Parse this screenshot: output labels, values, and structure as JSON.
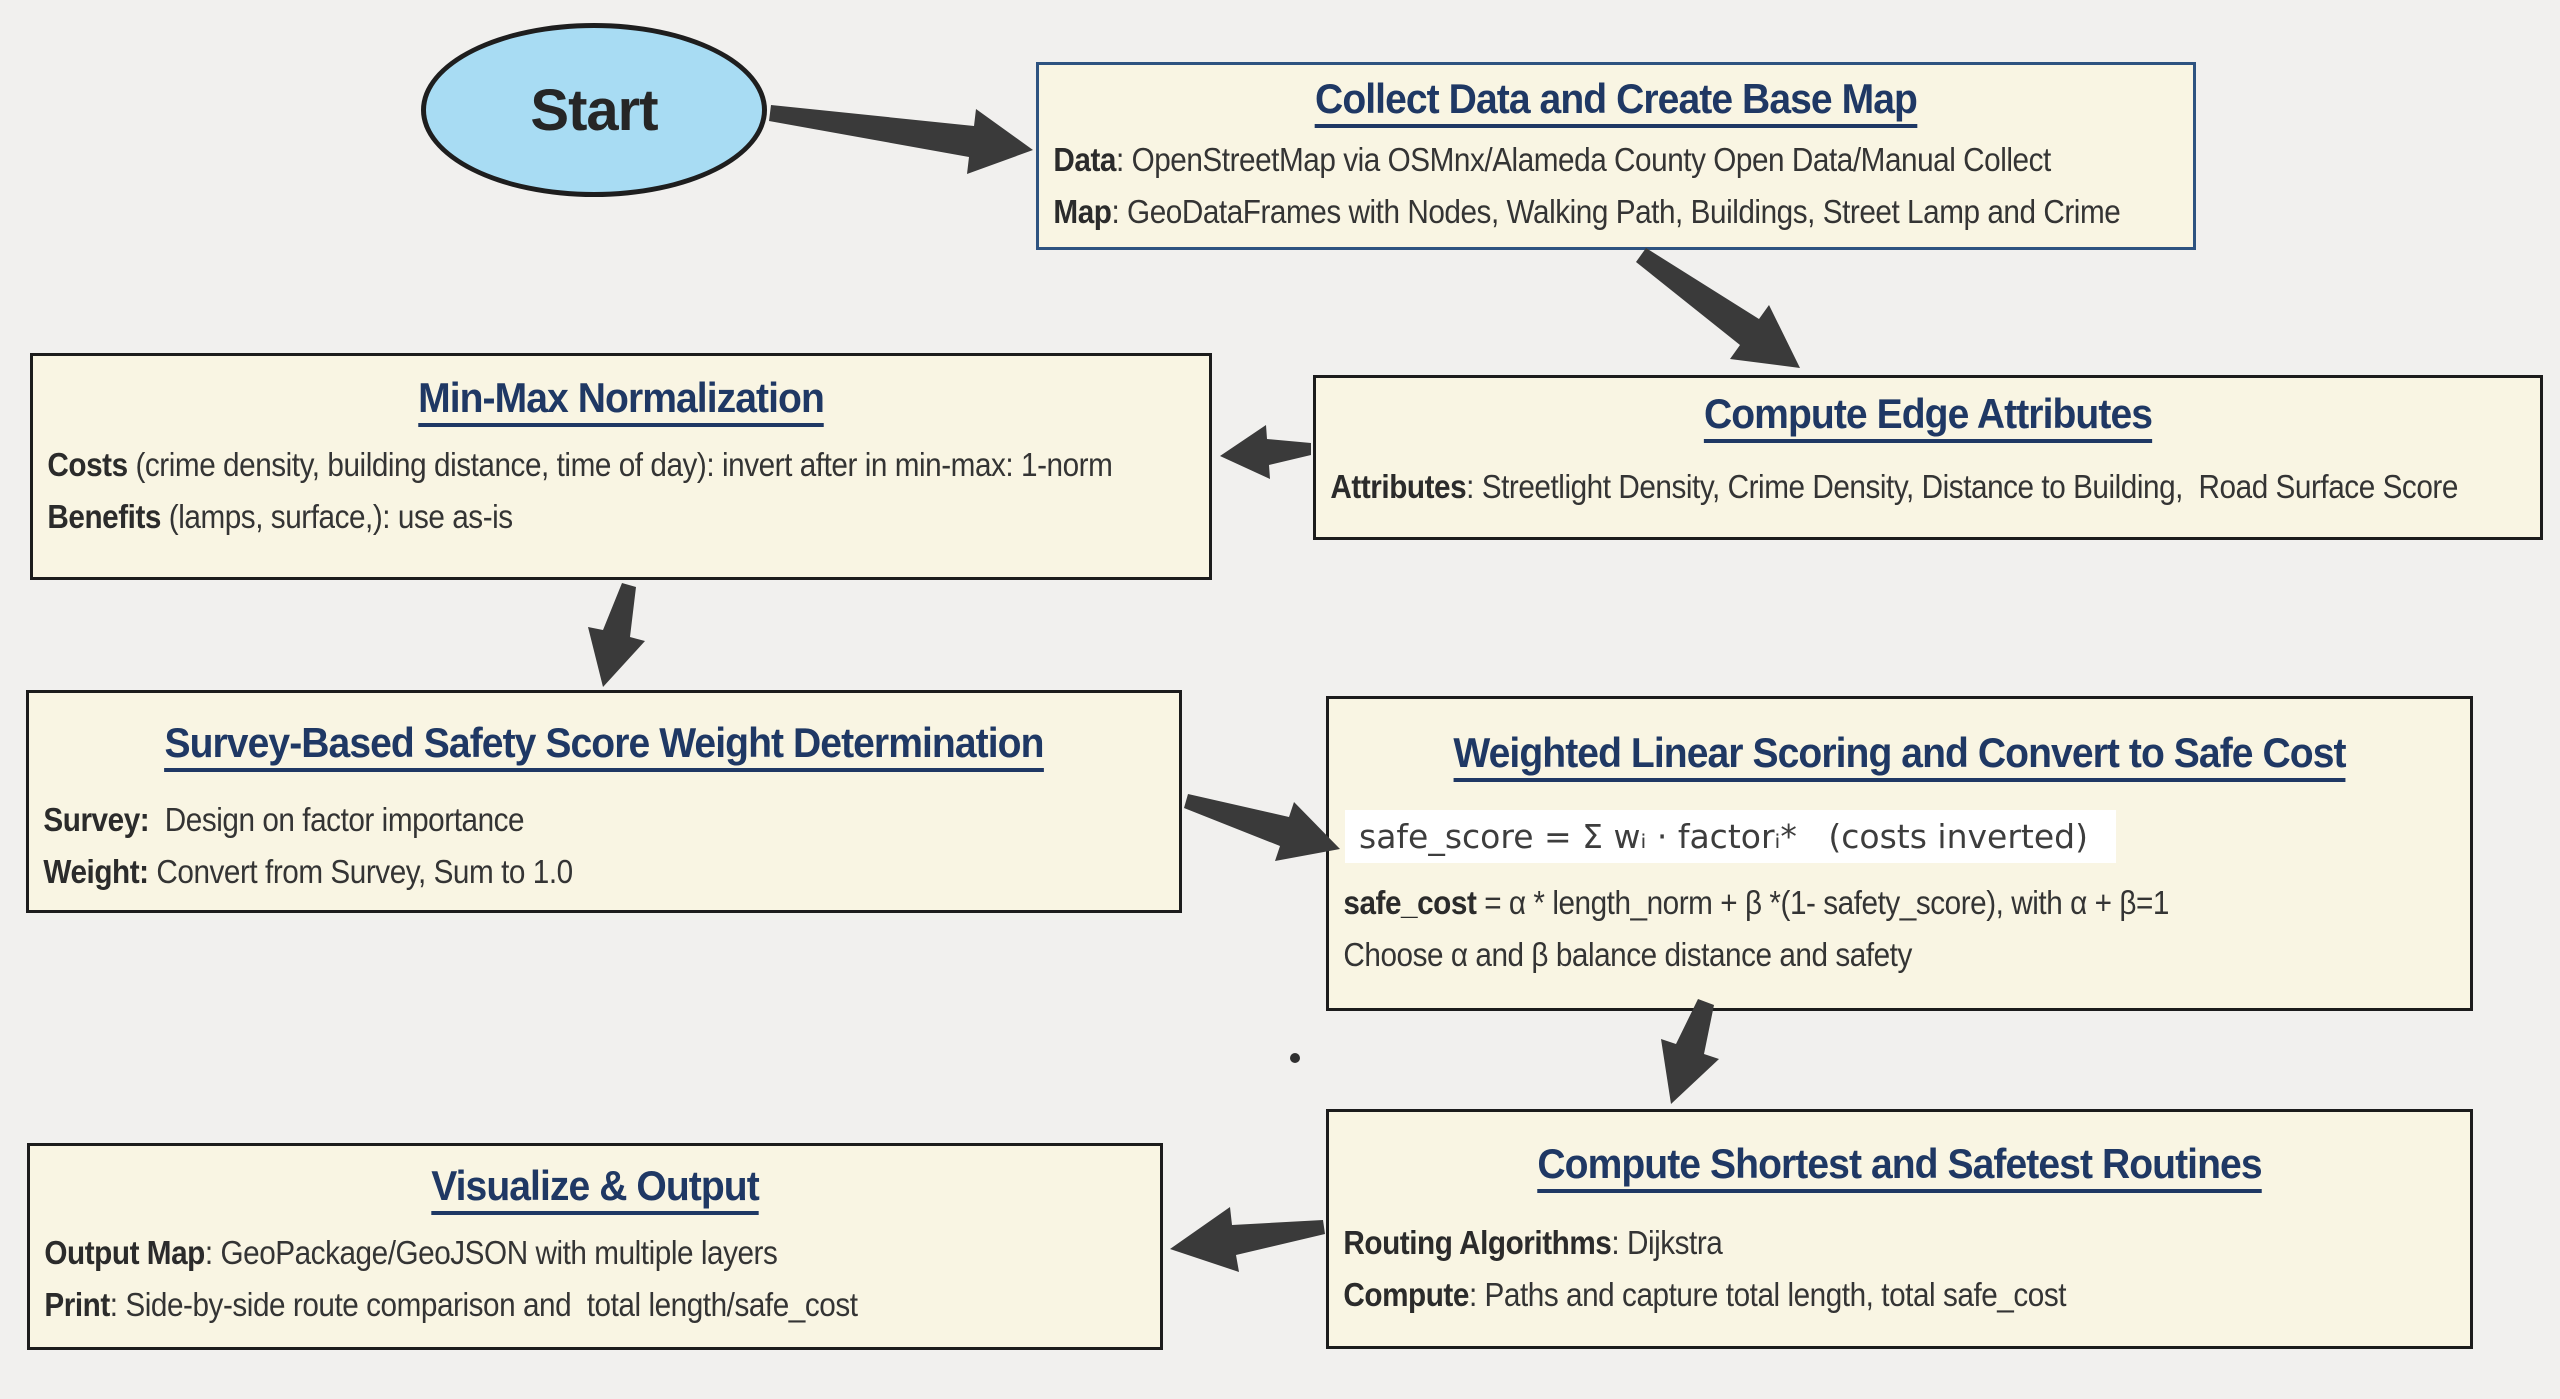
{
  "palette": {
    "background": "#f1f0ee",
    "node_fill": "#f9f5e3",
    "node_border": "#1c1c1c",
    "collect_node_border": "#2e5380",
    "title_color": "#1f3864",
    "body_color": "#343434",
    "arrow_color": "#3a3a3a",
    "start_fill": "#a8dcf3",
    "formula_background": "#ffffff"
  },
  "nodes": {
    "start": {
      "label": "Start"
    },
    "collect": {
      "title": "Collect Data and Create Base Map",
      "lines": [
        {
          "bold": "Data",
          "rest": ": OpenStreetMap via OSMnx/Alameda County Open Data/Manual Collect"
        },
        {
          "bold": "Map",
          "rest": ": GeoDataFrames with Nodes, Walking Path, Buildings, Street Lamp and Crime"
        }
      ]
    },
    "edge_attributes": {
      "title": "Compute Edge Attributes",
      "lines": [
        {
          "bold": "Attributes",
          "rest": ": Streetlight Density, Crime Density, Distance to Building,  Road Surface Score"
        }
      ]
    },
    "minmax": {
      "title": "Min-Max Normalization",
      "lines": [
        {
          "bold": "Costs",
          "rest": " (crime density, building distance, time of day): invert after in min-max: 1-norm"
        },
        {
          "bold": "Benefits",
          "rest": " (lamps, surface,): use as-is"
        }
      ]
    },
    "survey": {
      "title": "Survey-Based Safety Score Weight Determination",
      "lines": [
        {
          "bold": "Survey:",
          "rest": "  Design on factor importance"
        },
        {
          "bold": "Weight:",
          "rest": " Convert from Survey, Sum to 1.0"
        }
      ]
    },
    "weighted": {
      "title": "Weighted Linear Scoring and Convert to Safe Cost",
      "formula": "safe_score = Σ wᵢ · factorᵢ*   (costs inverted)",
      "lines": [
        {
          "bold": "safe_cost",
          "rest": " = α * length_norm + β *(1- safety_score), with α + β=1"
        },
        {
          "bold": "",
          "rest": "Choose α and β balance distance and safety"
        }
      ]
    },
    "routes": {
      "title": "Compute Shortest and Safetest Routines",
      "lines": [
        {
          "bold": "Routing Algorithms",
          "rest": ": Dijkstra"
        },
        {
          "bold": "Compute",
          "rest": ": Paths and capture total length, total safe_cost"
        }
      ]
    },
    "visualize": {
      "title": "Visualize & Output",
      "lines": [
        {
          "bold": "Output Map",
          "rest": ": GeoPackage/GeoJSON with multiple layers"
        },
        {
          "bold": "Print",
          "rest": ": Side-by-side route comparison and  total length/safe_cost"
        }
      ]
    }
  }
}
